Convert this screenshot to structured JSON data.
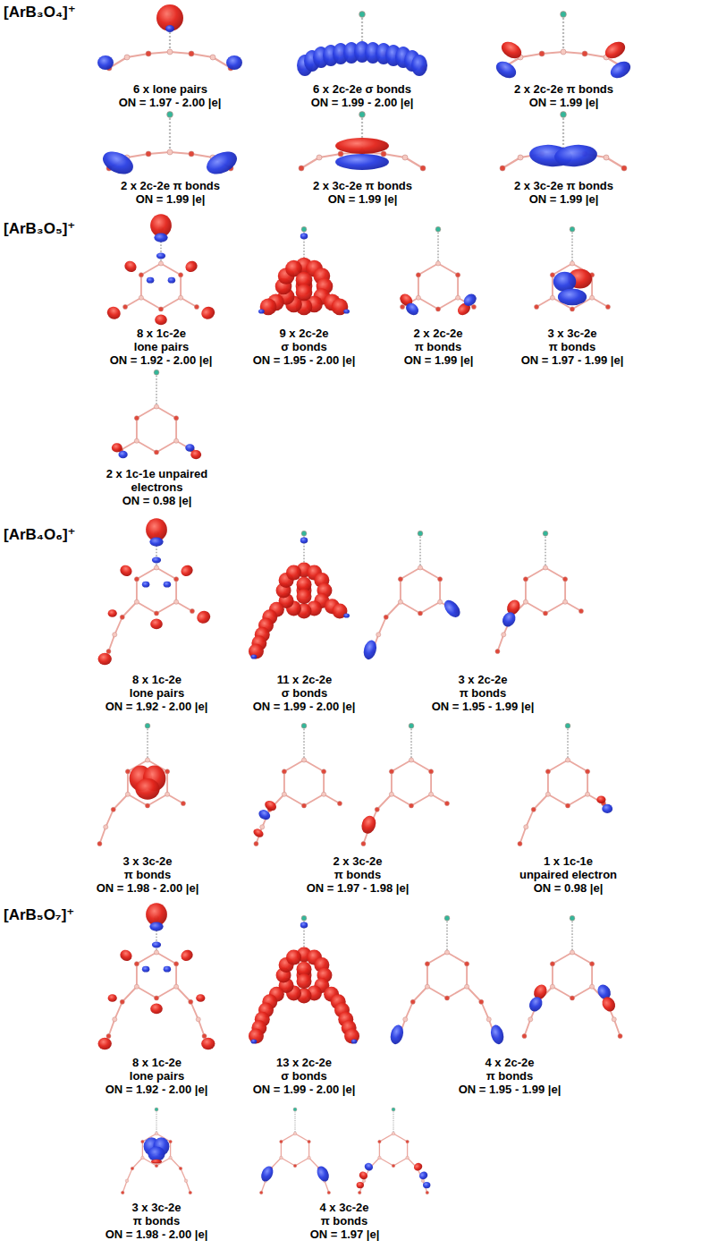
{
  "diagram": {
    "labels": [
      "[ArB₃O₄]⁺",
      "6 x lone pairs",
      "ON = 1.97 - 2.00 |e|",
      "6 x 2c-2e σ bonds",
      "ON = 1.99 - 2.00 |e|",
      "2 x 2c-2e π bonds",
      "ON = 1.99 |e|",
      "2 x 2c-2e π bonds",
      "ON = 1.99 |e|",
      "2 x 3c-2e π bonds",
      "ON = 1.99 |e|",
      "2 x 3c-2e π bonds",
      "ON = 1.99 |e|",
      "[ArB₃O₅]⁺",
      "8 x 1c-2e lone pairs",
      "ON = 1.92 - 2.00 |e|",
      "9 x 2c-2e σ bonds",
      "ON = 1.95 - 2.00 |e|",
      "2 x 2c-2e π bonds",
      "ON = 1.99 |e|",
      "3 x 3c-2e π bonds",
      "ON = 1.97 - 1.99 |e|",
      "2 x 1c-1e unpaired electrons",
      "ON = 0.98 |e|",
      "[ArB₄O₆]⁺",
      "8 x 1c-2e lone pairs",
      "ON = 1.92 - 2.00 |e|",
      "11 x 2c-2e σ bonds",
      "ON = 1.99 - 2.00 |e|",
      "3 x 2c-2e π bonds",
      "ON = 1.95 - 1.99 |e|",
      "3 x 3c-2e π bonds",
      "ON = 1.98 - 2.00 |e|",
      "2 x 3c-2e π bonds",
      "ON = 1.97 - 1.98 |e|",
      "1 x 1c-1e unpaired electron",
      "ON = 0.98 |e|",
      "[ArB₅O₇]⁺",
      "8 x 1c-2e lone pairs",
      "ON = 1.92 - 2.00 |e|",
      "13 x 2c-2e σ bonds",
      "ON = 1.99 - 2.00 |e|",
      "4 x 2c-2e π bonds",
      "ON = 1.95 - 1.99 |e|",
      "3 x 3c-2e π bonds",
      "ON = 1.98 - 2.00 |e|",
      "4 x 3c-2e π bonds",
      "ON = 1.97 |e|"
    ]
  }
}
